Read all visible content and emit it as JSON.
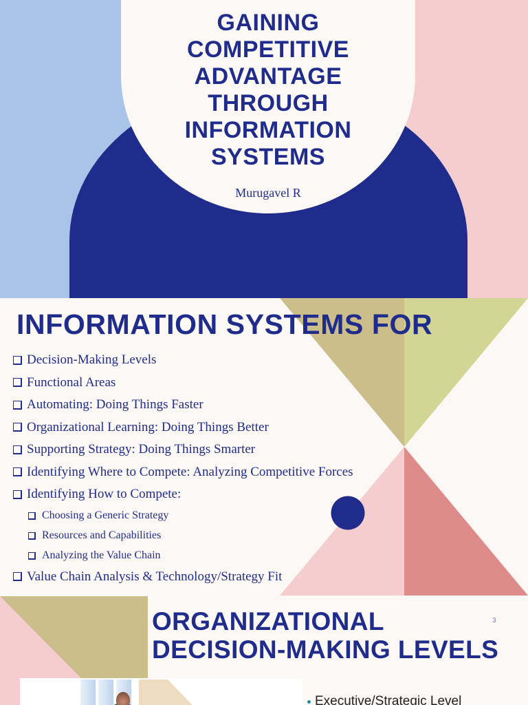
{
  "colors": {
    "navy": "#1F2C8C",
    "light_blue": "#A9C4E8",
    "pink": "#F5CDCE",
    "cream": "#FCF8F5",
    "tan": "#CBBE8A",
    "sage": "#D2D594",
    "salmon": "#DE8B8B",
    "teal_bullet": "#1B8FA6"
  },
  "slide1": {
    "title_lines": [
      "GAINING",
      "COMPETITIVE",
      "ADVANTAGE",
      "THROUGH",
      "INFORMATION",
      "SYSTEMS"
    ],
    "author": "Murugavel R"
  },
  "slide2": {
    "title": "INFORMATION SYSTEMS FOR",
    "bullet_icon": "checkbox-outline-icon",
    "items": [
      {
        "label": "Decision-Making Levels",
        "level": 1
      },
      {
        "label": "Functional Areas",
        "level": 1
      },
      {
        "label": "Automating: Doing Things Faster",
        "level": 1
      },
      {
        "label": "Organizational Learning: Doing Things Better",
        "level": 1
      },
      {
        "label": "Supporting Strategy: Doing Things Smarter",
        "level": 1
      },
      {
        "label": "Identifying Where to Compete: Analyzing Competitive Forces",
        "level": 1
      },
      {
        "label": "Identifying How to Compete:",
        "level": 1
      },
      {
        "label": "Choosing a Generic Strategy",
        "level": 2
      },
      {
        "label": "Resources and Capabilities",
        "level": 2
      },
      {
        "label": "Analyzing the Value Chain",
        "level": 2
      },
      {
        "label": "Value Chain Analysis & Technology/Strategy Fit",
        "level": 1
      }
    ]
  },
  "slide3": {
    "title_lines": [
      "ORGANIZATIONAL",
      "DECISION-MAKING LEVELS"
    ],
    "page_number": "3",
    "bullets": [
      "Executive/Strategic Level"
    ],
    "photo": "executive-at-desk-photo"
  }
}
